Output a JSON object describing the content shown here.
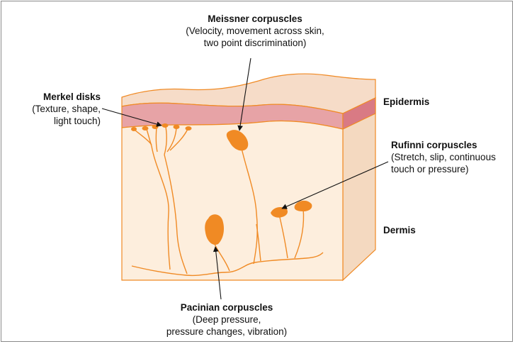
{
  "colors": {
    "epidermis": "#e7a3a6",
    "epidermis_edge": "#d97a84",
    "dermis_top": "#f6dcc8",
    "dermis_front": "#fdeedd",
    "dermis_side": "#f4d9c0",
    "receptor": "#f08a24",
    "outline": "#f08a24",
    "arrow": "#111111"
  },
  "labels": {
    "meissner": {
      "title": "Meissner corpuscles",
      "desc_line1": "(Velocity, movement across skin,",
      "desc_line2": "two point discrimination)"
    },
    "merkel": {
      "title": "Merkel disks",
      "desc_line1": "(Texture, shape,",
      "desc_line2": "light touch)"
    },
    "epidermis": {
      "title": "Epidermis"
    },
    "rufinni": {
      "title": "Rufinni corpuscles",
      "desc_line1": "(Stretch, slip, continuous",
      "desc_line2": "touch or pressure)"
    },
    "dermis": {
      "title": "Dermis"
    },
    "pacinian": {
      "title": "Pacinian corpuscles",
      "desc_line1": "(Deep pressure,",
      "desc_line2": "pressure changes, vibration)"
    }
  }
}
